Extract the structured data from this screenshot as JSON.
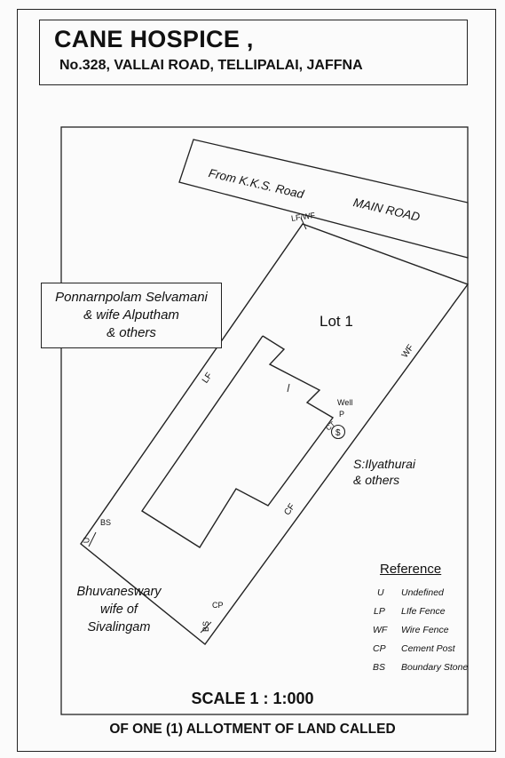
{
  "title": {
    "name": "CANE HOSPICE ,",
    "address": "No.328, VALLAI ROAD, TELLIPALAI, JAFFNA"
  },
  "road": {
    "from_label": "From K.K.S. Road",
    "name": "MAIN ROAD"
  },
  "plot": {
    "lot": "Lot 1",
    "well_label": "Well",
    "well_p": "P",
    "well_ct": "CT"
  },
  "boundary_labels": {
    "top_corner": "LF/WF",
    "left_side": "LF",
    "right_side": "WF",
    "bottom_side": "CF",
    "bottom_left_bs": "BS",
    "bottom_left_u": "U",
    "bottom_right_cp": "CP",
    "bottom_right_bs": "BS"
  },
  "neighbors": {
    "north_west": [
      "Ponnarnpolam  Selvamani",
      "& wife  Alputham",
      "& others"
    ],
    "east": [
      "S:Ilyathurai",
      "& others"
    ],
    "south_west": [
      "Bhuvaneswary",
      "wife  of",
      "Sivalingam"
    ]
  },
  "reference": {
    "title": "Reference",
    "items": [
      {
        "code": "U",
        "desc": "Undefined"
      },
      {
        "code": "LP",
        "desc": "LIfe Fence"
      },
      {
        "code": "WF",
        "desc": "Wire Fence"
      },
      {
        "code": "CP",
        "desc": "Cement Post"
      },
      {
        "code": "BS",
        "desc": "Boundary Stone"
      }
    ]
  },
  "scale": "SCALE 1  :  1:000",
  "footer": "OF ONE (1) ALLOTMENT OF LAND CALLED"
}
